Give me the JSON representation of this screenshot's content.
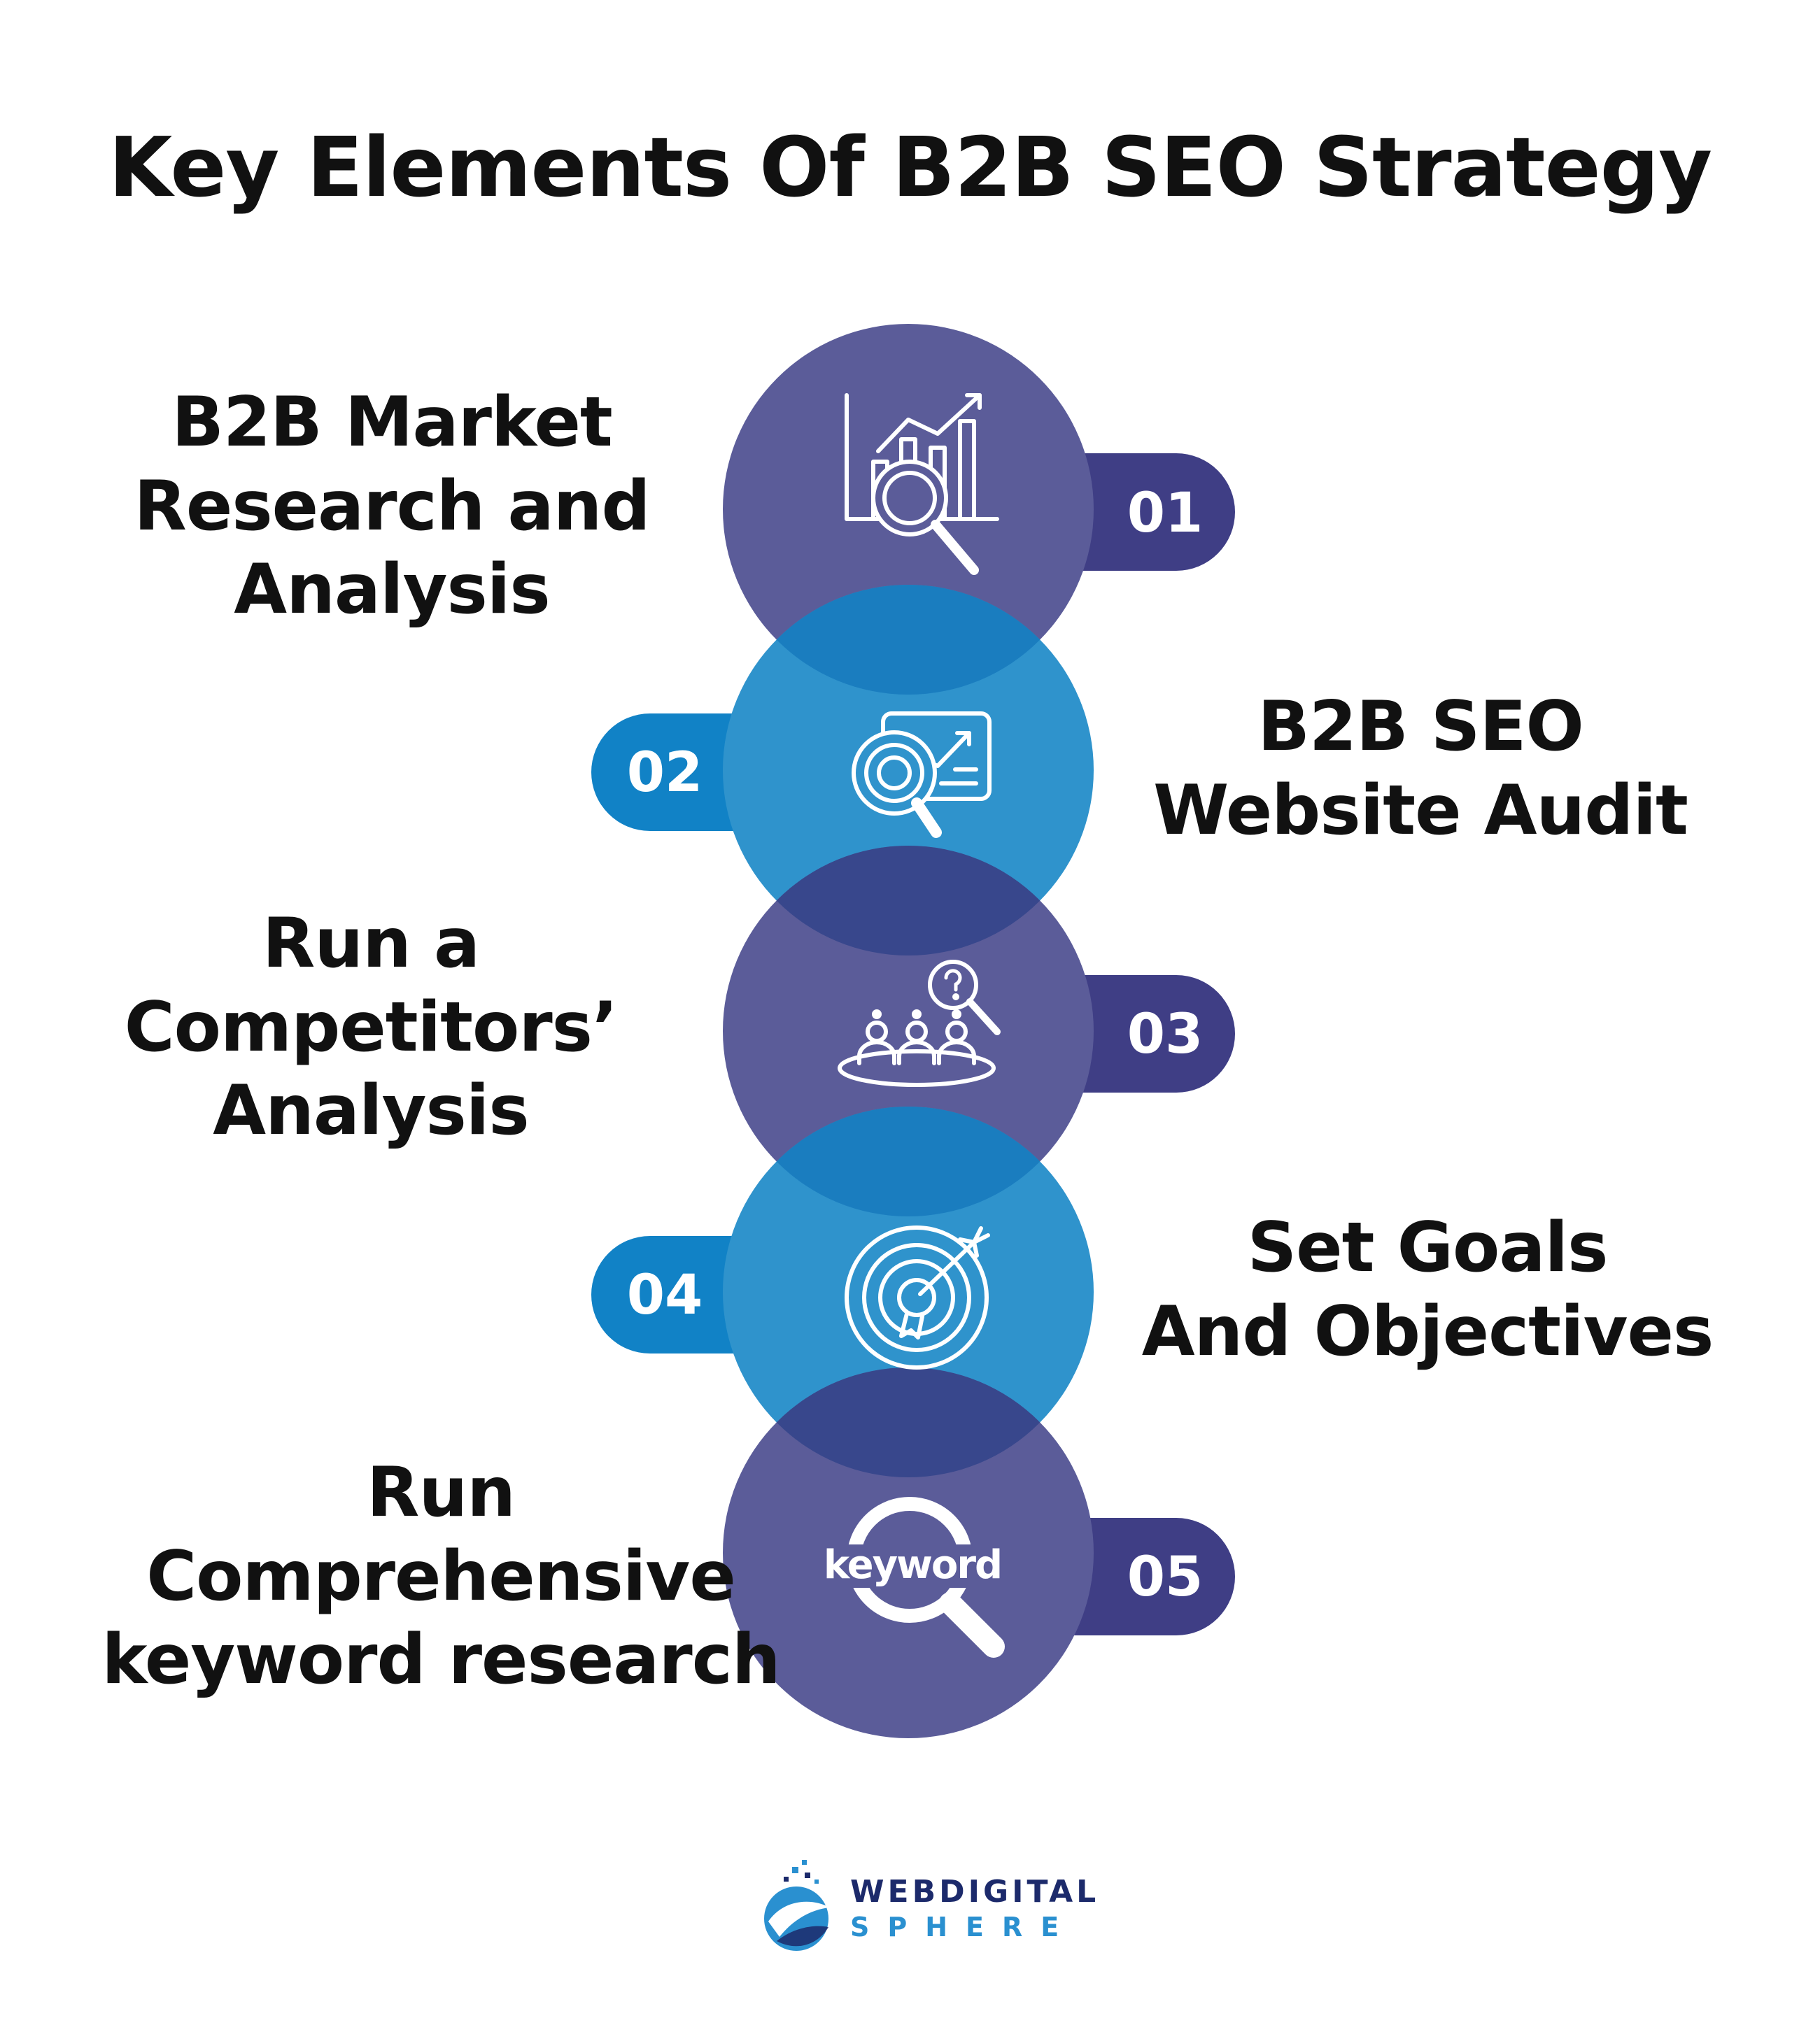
{
  "title": "Key Elements Of B2B SEO Strategy",
  "colors": {
    "purple": "#5b5c99",
    "blue": "#2f93cc",
    "purple_badge": "#3f3e85",
    "blue_badge": "#1182c6",
    "overlap": "#38478c"
  },
  "steps": [
    {
      "number": "01",
      "lines": [
        "B2B Market",
        "Research and",
        "Analysis"
      ],
      "icon": "chart-magnifier-icon",
      "color": "purple"
    },
    {
      "number": "02",
      "lines": [
        "B2B SEO",
        "Website Audit"
      ],
      "icon": "website-audit-icon",
      "color": "blue"
    },
    {
      "number": "03",
      "lines": [
        "Run a",
        "Competitors’",
        "Analysis"
      ],
      "icon": "competitor-research-icon",
      "color": "purple"
    },
    {
      "number": "04",
      "lines": [
        "Set Goals",
        "And Objectives"
      ],
      "icon": "target-arrow-icon",
      "color": "blue"
    },
    {
      "number": "05",
      "lines": [
        "Run",
        "Comprehensive",
        "keyword research"
      ],
      "icon": "keyword-search-icon",
      "color": "purple"
    }
  ],
  "icon_texts": {
    "keyword": "keyword"
  },
  "logo": {
    "line1": "WEBDIGITAL",
    "line2": "SPHERE"
  }
}
